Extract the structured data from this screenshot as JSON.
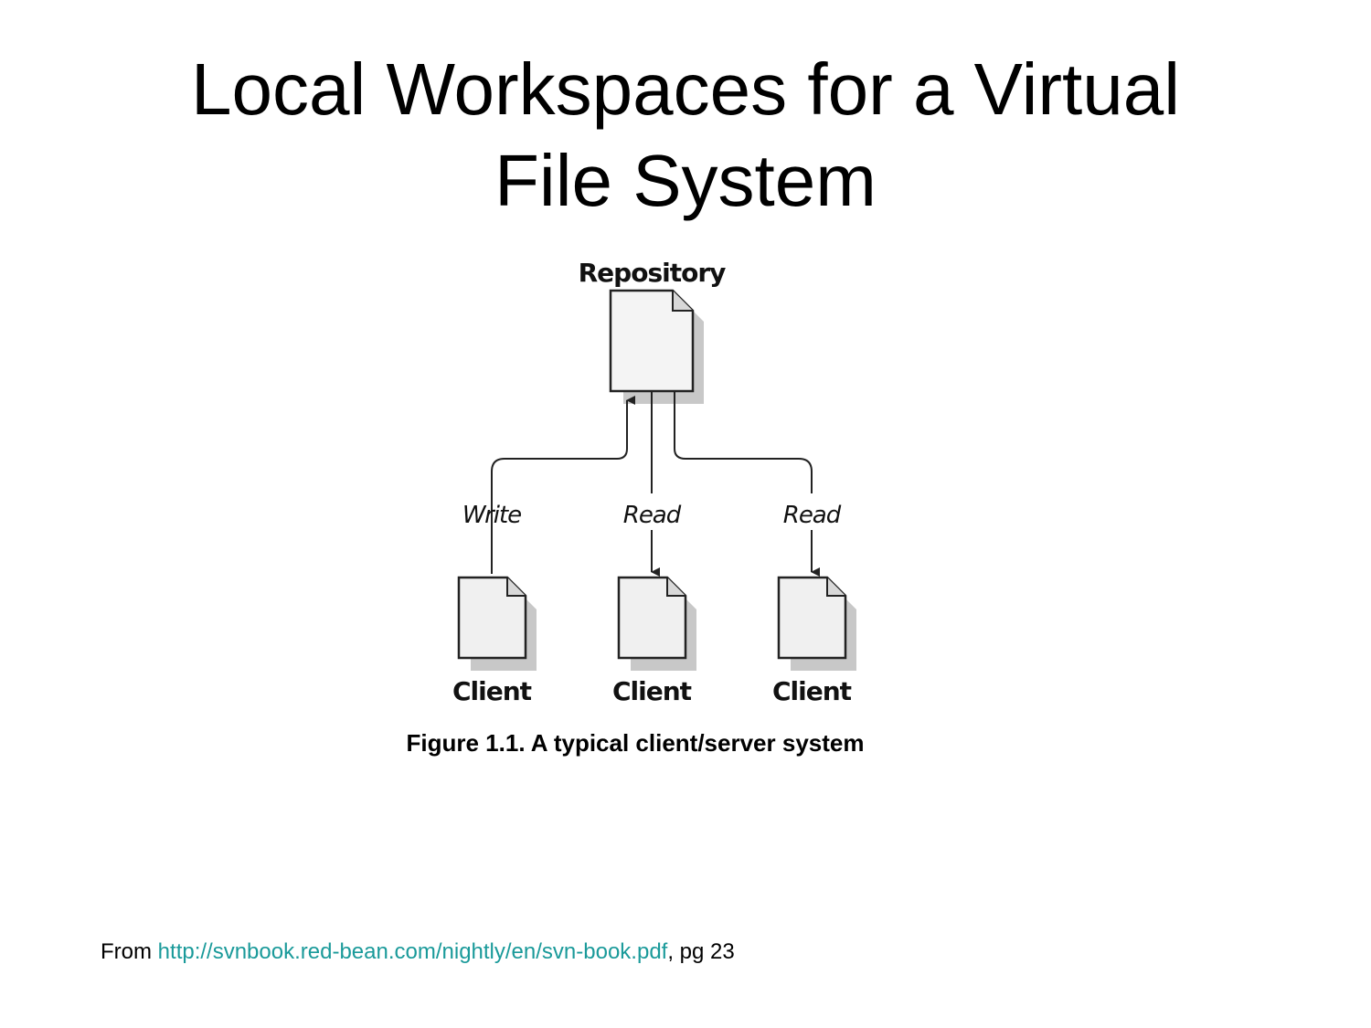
{
  "title": {
    "line1": "Local Workspaces for a Virtual",
    "line2": "File System"
  },
  "diagram": {
    "repository_label": "Repository",
    "edges": [
      {
        "label": "Write",
        "direction": "client-to-repository"
      },
      {
        "label": "Read",
        "direction": "repository-to-client"
      },
      {
        "label": "Read",
        "direction": "repository-to-client"
      }
    ],
    "clients": [
      {
        "label": "Client"
      },
      {
        "label": "Client"
      },
      {
        "label": "Client"
      }
    ],
    "colors": {
      "page_fill": "#f0f0f0",
      "stroke": "#222222",
      "shadow": "#c8c8c8"
    }
  },
  "caption": "Figure 1.1. A typical client/server system",
  "source": {
    "prefix": "From ",
    "link_text": "http://svnbook.red-bean.com/nightly/en/svn-book.pdf",
    "suffix": ", pg 23",
    "link_color": "#1a9a9a"
  }
}
